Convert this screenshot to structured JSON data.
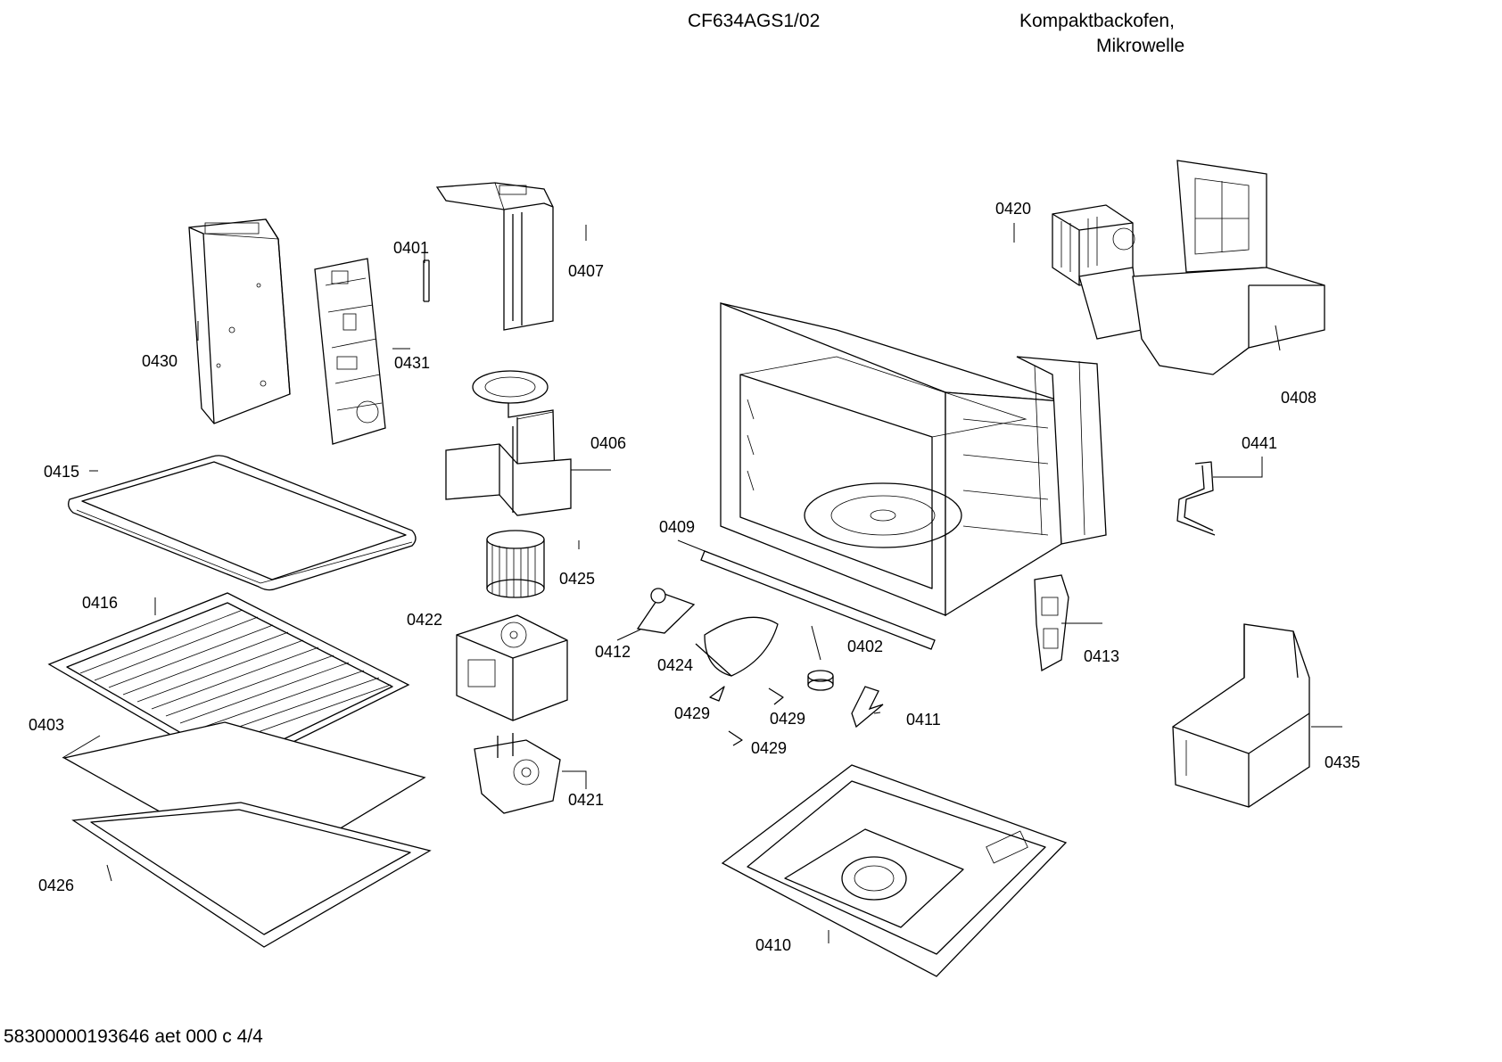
{
  "header": {
    "model": "CF634AGS1/02",
    "description_line1": "Kompaktbackofen,",
    "description_line2": "Mikrowelle"
  },
  "footer": {
    "document_code": "58300000193646 aet 000 c 4/4"
  },
  "parts": [
    {
      "id": "p0401",
      "label": "0401"
    },
    {
      "id": "p0402",
      "label": "0402"
    },
    {
      "id": "p0403",
      "label": "0403"
    },
    {
      "id": "p0406",
      "label": "0406"
    },
    {
      "id": "p0407",
      "label": "0407"
    },
    {
      "id": "p0408",
      "label": "0408"
    },
    {
      "id": "p0409",
      "label": "0409"
    },
    {
      "id": "p0410",
      "label": "0410"
    },
    {
      "id": "p0411",
      "label": "0411"
    },
    {
      "id": "p0412",
      "label": "0412"
    },
    {
      "id": "p0413",
      "label": "0413"
    },
    {
      "id": "p0415",
      "label": "0415"
    },
    {
      "id": "p0416",
      "label": "0416"
    },
    {
      "id": "p0420",
      "label": "0420"
    },
    {
      "id": "p0421",
      "label": "0421"
    },
    {
      "id": "p0422",
      "label": "0422"
    },
    {
      "id": "p0424",
      "label": "0424"
    },
    {
      "id": "p0425",
      "label": "0425"
    },
    {
      "id": "p0426",
      "label": "0426"
    },
    {
      "id": "p0429a",
      "label": "0429"
    },
    {
      "id": "p0429b",
      "label": "0429"
    },
    {
      "id": "p0429c",
      "label": "0429"
    },
    {
      "id": "p0430",
      "label": "0430"
    },
    {
      "id": "p0431",
      "label": "0431"
    },
    {
      "id": "p0435",
      "label": "0435"
    },
    {
      "id": "p0441",
      "label": "0441"
    }
  ]
}
